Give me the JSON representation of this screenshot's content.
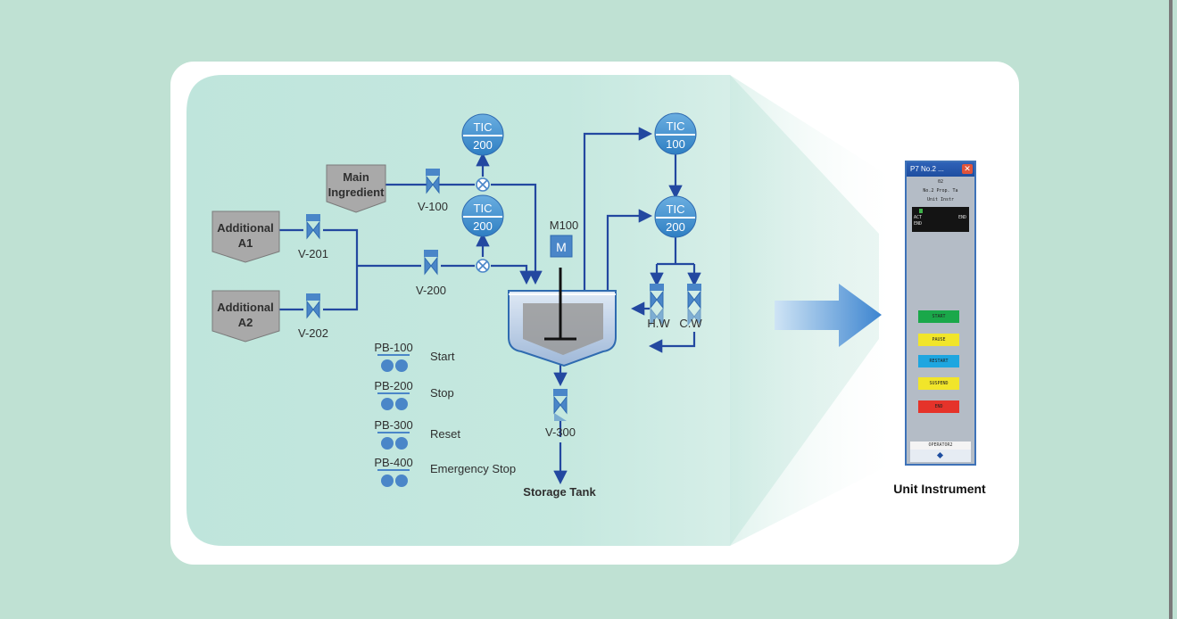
{
  "sources": [
    {
      "id": "main",
      "line1": "Main",
      "line2": "Ingredient"
    },
    {
      "id": "a1",
      "line1": "Additional",
      "line2": "A1"
    },
    {
      "id": "a2",
      "line1": "Additional",
      "line2": "A2"
    }
  ],
  "valves": {
    "v100": "V-100",
    "v200": "V-200",
    "v201": "V-201",
    "v202": "V-202",
    "v300": "V-300",
    "hw": "H.W",
    "cw": "C.W"
  },
  "controllers": [
    {
      "id": "tic200a",
      "top": "TIC",
      "bottom": "200"
    },
    {
      "id": "tic200b",
      "top": "TIC",
      "bottom": "200"
    },
    {
      "id": "tic100",
      "top": "TIC",
      "bottom": "100"
    },
    {
      "id": "tic200c",
      "top": "TIC",
      "bottom": "200"
    }
  ],
  "motor": {
    "tag": "M100",
    "symbol": "M"
  },
  "pushbuttons": [
    {
      "tag": "PB-100",
      "label": "Start"
    },
    {
      "tag": "PB-200",
      "label": "Stop"
    },
    {
      "tag": "PB-300",
      "label": "Reset"
    },
    {
      "tag": "PB-400",
      "label": "Emergency Stop"
    }
  ],
  "storage": "Storage Tank",
  "unit_instrument": {
    "caption": "Unit Instrument",
    "title": "P7 No.2 ...",
    "close": "✕",
    "sub1": "02",
    "sub2": "No.2 Prop. Ta",
    "sub3": "Unit Instr",
    "screen_left": "ACT",
    "screen_right": "END",
    "screen_low": "END",
    "buttons": [
      {
        "label": "START",
        "color": "#1aa84a"
      },
      {
        "label": "PAUSE",
        "color": "#f1e52a"
      },
      {
        "label": "RESTART",
        "color": "#1ea6e0"
      },
      {
        "label": "SUSPEND",
        "color": "#f1e52a"
      },
      {
        "label": "END",
        "color": "#e5332a"
      }
    ],
    "footer": "OPERATOR2"
  },
  "colors": {
    "accent": "#4a86c8",
    "line": "#2348a0",
    "bg": "#bfe1d3",
    "panel_bg": "#cbe9e1"
  }
}
